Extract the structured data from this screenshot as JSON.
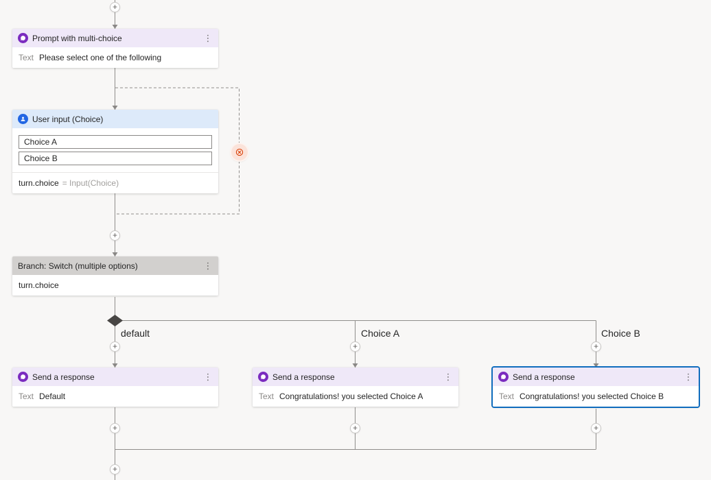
{
  "flow": {
    "prompt_node": {
      "title": "Prompt with multi-choice",
      "label": "Text",
      "value": "Please select one of the following"
    },
    "user_input_node": {
      "title": "User input (Choice)",
      "options": [
        "Choice A",
        "Choice B"
      ],
      "assignment_variable": "turn.choice",
      "assignment_expression": "= Input(Choice)"
    },
    "switch_node": {
      "title": "Branch: Switch (multiple options)",
      "value": "turn.choice"
    },
    "branches": {
      "default_label": "default",
      "choice_a_label": "Choice A",
      "choice_b_label": "Choice B"
    },
    "response_default_node": {
      "title": "Send a response",
      "label": "Text",
      "value": "Default"
    },
    "response_a_node": {
      "title": "Send a response",
      "label": "Text",
      "value": "Congratulations! you selected Choice A"
    },
    "response_b_node": {
      "title": "Send a response",
      "label": "Text",
      "value": "Congratulations! you selected Choice B",
      "selected": true
    }
  },
  "icons": {
    "message": "chat-bubble-icon",
    "user": "person-icon",
    "more_options": "kebab-vertical-icon",
    "add": "plus-icon",
    "loop_end": "circle-x-icon",
    "branch_split": "diamond-icon"
  },
  "colors": {
    "prompt_header": "#efe8f8",
    "prompt_icon": "#7b2cbf",
    "input_header": "#ddeafa",
    "input_icon": "#2266e3",
    "switch_header": "#d2d0ce",
    "selected_border": "#0f6cbd",
    "connector": "#8f8d8b",
    "loop_icon": "#d83b01"
  }
}
